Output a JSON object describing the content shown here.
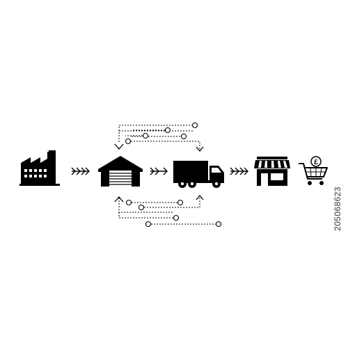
{
  "diagram": {
    "nodes": [
      {
        "id": "factory",
        "icon": "factory-icon"
      },
      {
        "id": "warehouse",
        "icon": "warehouse-icon"
      },
      {
        "id": "truck",
        "icon": "delivery-truck-icon"
      },
      {
        "id": "store",
        "icon": "store-icon"
      },
      {
        "id": "cart",
        "icon": "shopping-cart-pound-icon"
      }
    ],
    "flow_arrows": [
      "factory-warehouse",
      "warehouse-truck",
      "truck-store"
    ],
    "connector_color": "#000000"
  },
  "watermark_id": "205068623"
}
